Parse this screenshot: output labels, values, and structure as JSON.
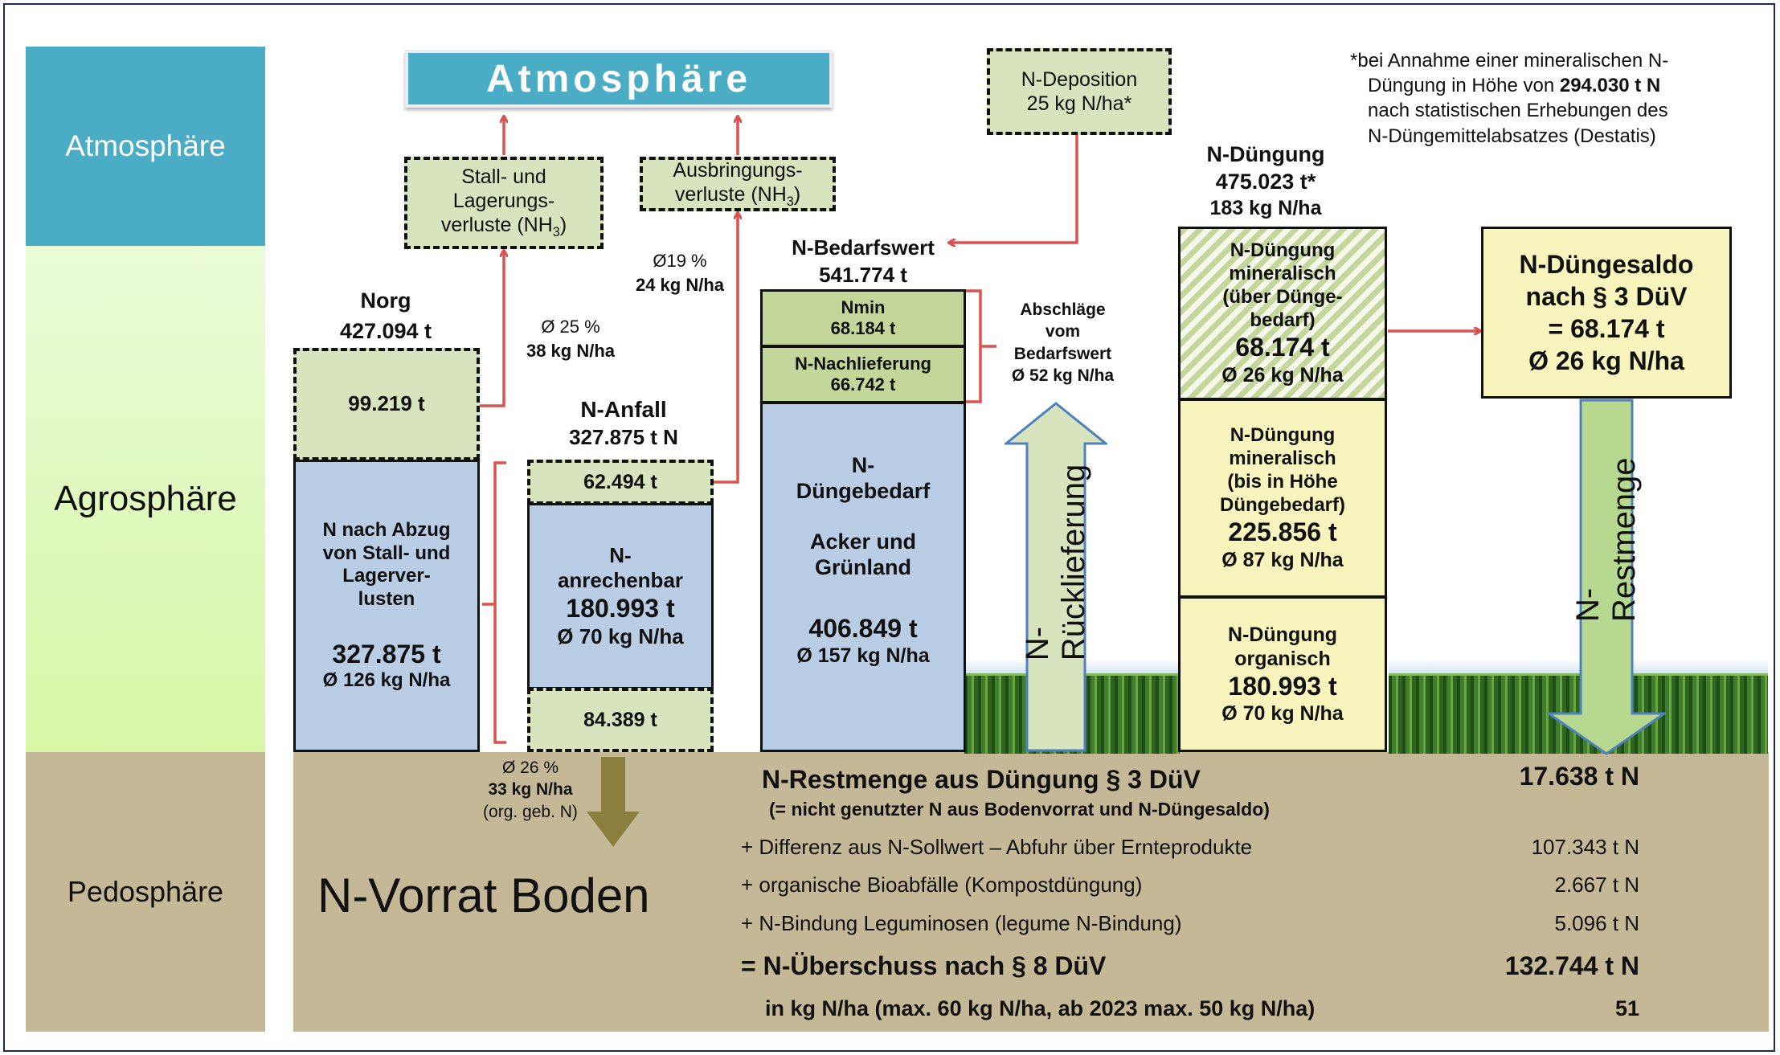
{
  "zones": {
    "atmosphaere": "Atmosphäre",
    "agrosphaere": "Agrosphäre",
    "pedosphaere": "Pedosphäre"
  },
  "banner": "Atmosphäre",
  "stall": {
    "line1": "Stall- und",
    "line2": "Lagerungs-",
    "line3": "verluste (NH",
    "sub": "3",
    "close": ")"
  },
  "ausbr": {
    "line1": "Ausbringungs-",
    "line2": "verluste (NH",
    "sub": "3",
    "close": ")"
  },
  "deposition": {
    "line1": "N-Deposition",
    "line2": "25 kg N/ha*"
  },
  "footnote": {
    "line1": "*bei Annahme einer mineralischen N-",
    "line2a": "Düngung in Höhe von ",
    "line2b": "294.030 t N",
    "line3": "nach statistischen Erhebungen des",
    "line4": "N-Düngemittelabsatzes (Destatis)"
  },
  "norg": {
    "title": "Norg",
    "value": "427.094 t",
    "loss": "99.219 t",
    "loss_pct": "Ø 25 %",
    "loss_kg": "38 kg N/ha",
    "rest_l1": "N nach Abzug",
    "rest_l2": "von Stall- und",
    "rest_l3": "Lagerver-",
    "rest_l4": "lusten",
    "rest_value": "327.875 t",
    "rest_kg": "Ø 126 kg N/ha"
  },
  "anfall": {
    "title": "N-Anfall",
    "value": "327.875 t N",
    "top": "62.494 t",
    "top_pct": "Ø19 %",
    "top_kg": "24 kg N/ha",
    "mid_l1": "N-",
    "mid_l2": "anrechenbar",
    "mid_value": "180.993 t",
    "mid_kg": "Ø 70 kg N/ha",
    "bottom": "84.389 t",
    "bottom_pct": "Ø 26 %",
    "bottom_kg": "33 kg N/ha",
    "bottom_note": "(org. geb. N)"
  },
  "bedarf": {
    "title": "N-Bedarfswert",
    "value": "541.774 t",
    "nmin_label": "Nmin",
    "nmin_value": "68.184 t",
    "nach_label": "N-Nachlieferung",
    "nach_value": "66.742 t",
    "main_l1": "N-",
    "main_l2": "Düngebedarf",
    "main_l3": "Acker und",
    "main_l4": "Grünland",
    "main_value": "406.849 t",
    "main_kg": "Ø 157 kg N/ha",
    "abschlag_l1": "Abschläge",
    "abschlag_l2": "vom",
    "abschlag_l3": "Bedarfswert",
    "abschlag_l4": "Ø 52 kg N/ha"
  },
  "rueck": "N-Rücklieferung",
  "duengung": {
    "title": "N-Düngung",
    "value": "475.023 t*",
    "kg": "183 kg N/ha",
    "ueber_l1": "N-Düngung",
    "ueber_l2": "mineralisch",
    "ueber_l3": "(über Dünge-",
    "ueber_l4": "bedarf)",
    "ueber_value": "68.174 t",
    "ueber_kg": "Ø 26 kg N/ha",
    "bis_l1": "N-Düngung",
    "bis_l2": "mineralisch",
    "bis_l3": "(bis in Höhe",
    "bis_l4": "Düngebedarf)",
    "bis_value": "225.856 t",
    "bis_kg": "Ø 87 kg N/ha",
    "org_l1": "N-Düngung",
    "org_l2": "organisch",
    "org_value": "180.993 t",
    "org_kg": "Ø 70 kg N/ha"
  },
  "saldo": {
    "l1": "N-Düngesaldo",
    "l2": "nach § 3 DüV",
    "l3": "= 68.174 t",
    "l4": "Ø 26 kg N/ha"
  },
  "restmenge": "N-Restmenge",
  "boden": "N-Vorrat Boden",
  "table": {
    "r1_label": "N-Restmenge aus Düngung § 3 DüV",
    "r1_value": "17.638 t N",
    "r1_sub": "(= nicht genutzter N aus Bodenvorrat und N-Düngesaldo)",
    "r2_label": "+ Differenz aus N-Sollwert – Abfuhr über Ernteprodukte",
    "r2_value": "107.343 t N",
    "r3_label": "+ organische Bioabfälle (Kompostdüngung)",
    "r3_value": "2.667 t N",
    "r4_label": "+ N-Bindung Leguminosen (legume N-Bindung)",
    "r4_value": "5.096 t N",
    "r5_label": "= N-Überschuss nach § 8 DüV",
    "r5_value": "132.744 t N",
    "r6_label": "in kg N/ha (max. 60 kg N/ha, ab 2023 max. 50 kg N/ha)",
    "r6_value": "51"
  },
  "colors": {
    "atmosphere": "#4bacc6",
    "arrow": "#d9534f",
    "blue_box": "#b9cde5",
    "green_box": "#c4d79b",
    "yellow_box": "#f8f4bd",
    "soil": "#c5b897"
  }
}
